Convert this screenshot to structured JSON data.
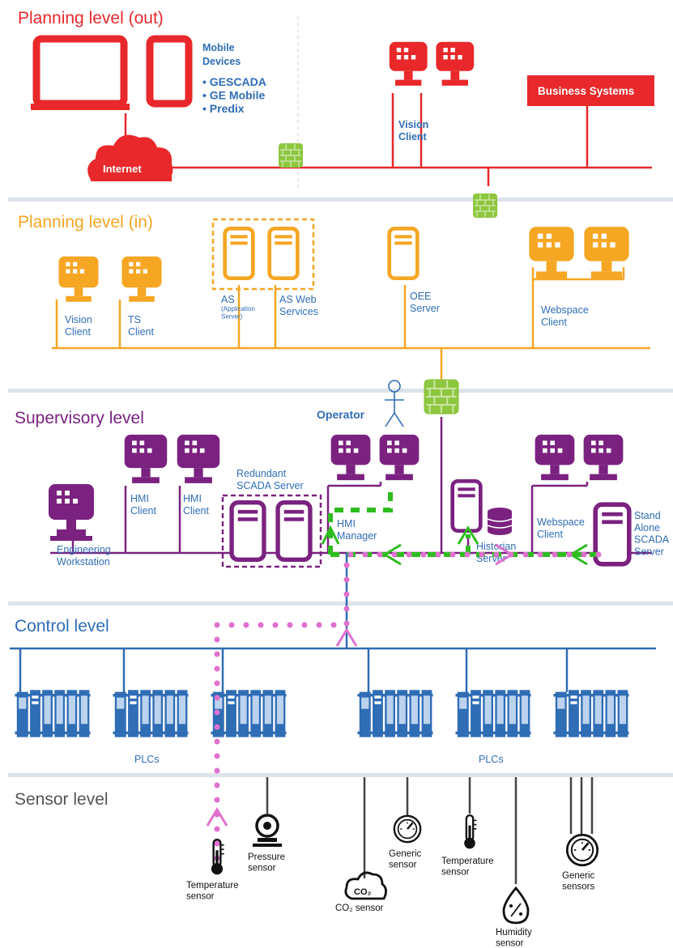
{
  "levels": {
    "out": "Planning level (out)",
    "in": "Planning level (in)",
    "supervisory": "Supervisory level",
    "control": "Control level",
    "sensor": "Sensor level"
  },
  "planning_out": {
    "mobile_devices": "Mobile\nDevices",
    "bullets": [
      "• GESCADA",
      "• GE Mobile",
      "• Predix"
    ],
    "internet": "Internet",
    "business_systems": "Business Systems",
    "vision_client": "Vision\nClient"
  },
  "planning_in": {
    "vision_client": "Vision\nClient",
    "ts_client": "TS\nClient",
    "as": "AS",
    "as_note": "(Application\nServer)",
    "as_web": "AS Web\nServices",
    "oee": "OEE\nServer",
    "webspace": "Webspace\nClient"
  },
  "supervisory": {
    "operator": "Operator",
    "engineering": "Engineering\nWorkstation",
    "hmi_client_1": "HMI\nClient",
    "hmi_client_2": "HMI\nClient",
    "redundant": "Redundant\nSCADA Server",
    "hmi_manager": "HMI\nManager",
    "historian": "Historian\nServer",
    "webspace": "Webspace\nClient",
    "standalone": "Stand\nAlone\nSCADA\nServer"
  },
  "control": {
    "plcs_left": "PLCs",
    "plcs_right": "PLCs"
  },
  "sensors": {
    "temperature_1": "Temperature\nsensor",
    "pressure": "Pressure\nsensor",
    "co2": "CO₂ sensor",
    "co2_icon": "CO₂",
    "generic_1": "Generic\nsensor",
    "temperature_2": "Temperature\nsensor",
    "humidity": "Humidity\nsensor",
    "generic_2": "Generic\nsensors"
  },
  "colors": {
    "red": "#e8282a",
    "orange": "#f5a623",
    "purple": "#7b2280",
    "blue": "#2f6db5",
    "dark": "#333333",
    "firewall": "#8dc63f",
    "green_path": "#2ebd1e",
    "pink_path": "#e070d0",
    "separator": "#dde3ea"
  }
}
